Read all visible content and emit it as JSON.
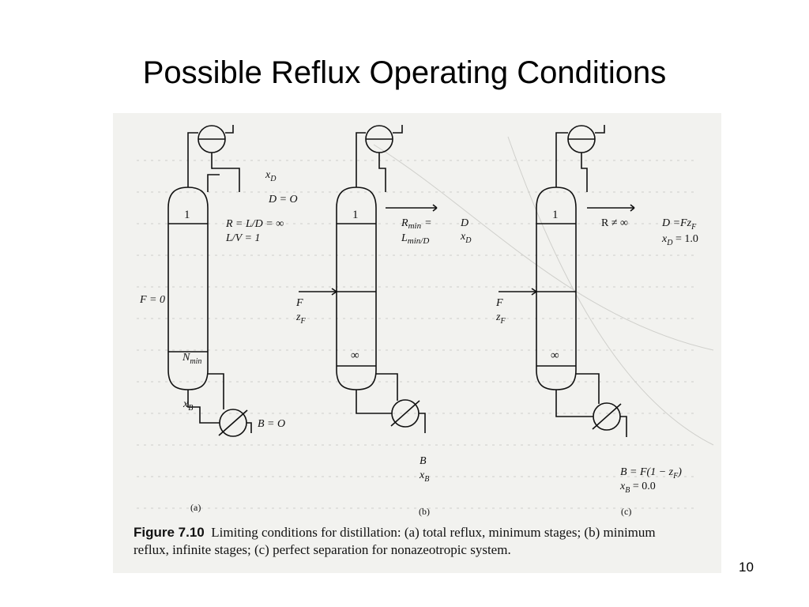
{
  "slide": {
    "title": "Possible Reflux Operating Conditions",
    "page_number": "10"
  },
  "figure": {
    "caption_label": "Figure 7.10",
    "caption_line1": "Limiting conditions for distillation: (a) total reflux, minimum stages; (b) minimum",
    "caption_line2": "reflux, infinite stages; (c) perfect separation for nonazeotropic system.",
    "columns": [
      {
        "panel_label": "(a)",
        "top_stage": "1",
        "feed_label": "F = 0",
        "reflux_line1": "R = L/D = ∞",
        "reflux_line2": "L/V = 1",
        "distillate_label": "x",
        "distillate_sub": "D",
        "distillate_flow": "D = O",
        "bottom_stage": "N",
        "bottom_stage_sub": "min",
        "bottoms_label": "x",
        "bottoms_sub": "B",
        "bottoms_flow": "B = O"
      },
      {
        "panel_label": "(b)",
        "top_stage": "1",
        "feed_label": "F",
        "feed_z": "z",
        "feed_z_sub": "F",
        "reflux_num": "R",
        "reflux_num_sub": "min",
        "reflux_eq": "=",
        "reflux_den": "L",
        "reflux_den_sub": "min/D",
        "distillate_label": "D",
        "distillate_x": "x",
        "distillate_x_sub": "D",
        "bottom_stage": "∞",
        "bottoms_flow": "B",
        "bottoms_x": "x",
        "bottoms_x_sub": "B"
      },
      {
        "panel_label": "(c)",
        "top_stage": "1",
        "feed_label": "F",
        "feed_z": "z",
        "feed_z_sub": "F",
        "reflux_label": "R ≠ ∞",
        "distillate_flow": "D =Fz",
        "distillate_flow_sub": "F",
        "distillate_x": "x",
        "distillate_x_sub": "D",
        "distillate_x_val": " = 1.0",
        "bottom_stage": "∞",
        "bottoms_flow": "B = F(1 − z",
        "bottoms_flow_sub": "F",
        "bottoms_flow_end": ")",
        "bottoms_x": "x",
        "bottoms_x_sub": "B",
        "bottoms_x_val": " = 0.0"
      }
    ]
  }
}
